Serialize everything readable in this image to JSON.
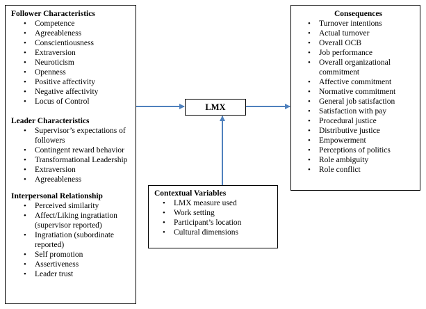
{
  "follower": {
    "title": "Follower Characteristics",
    "items": [
      "Competence",
      "Agreeableness",
      "Conscientiousness",
      "Extraversion",
      "Neuroticism",
      "Openness",
      "Positive affectivity",
      "Negative affectivity",
      "Locus of Control"
    ]
  },
  "leader": {
    "title": "Leader Characteristics",
    "items": [
      "Supervisor’s expectations of followers",
      "Contingent reward behavior",
      "Transformational Leadership",
      "Extraversion",
      "Agreeableness"
    ]
  },
  "interpersonal": {
    "title": "Interpersonal Relationship",
    "items": [
      "Perceived similarity",
      "Affect/Liking ingratiation (supervisor reported)",
      "Ingratiation (subordinate reported)",
      "Self promotion",
      "Assertiveness",
      "Leader trust"
    ]
  },
  "lmx": {
    "label": "LMX"
  },
  "contextual": {
    "title": "Contextual Variables",
    "items": [
      "LMX measure used",
      "Work setting",
      "Participant’s location",
      "Cultural dimensions"
    ]
  },
  "consequences": {
    "title": "Consequences",
    "items": [
      "Turnover intentions",
      "Actual turnover",
      "Overall OCB",
      "Job performance",
      "Overall organizational commitment",
      "Affective commitment",
      "Normative commitment",
      "General job satisfaction",
      "Satisfaction with pay",
      "Procedural justice",
      "Distributive justice",
      "Empowerment",
      "Perceptions of politics",
      "Role ambiguity",
      "Role conflict"
    ]
  },
  "colors": {
    "arrow": "#4f81bd",
    "border": "#000000"
  }
}
